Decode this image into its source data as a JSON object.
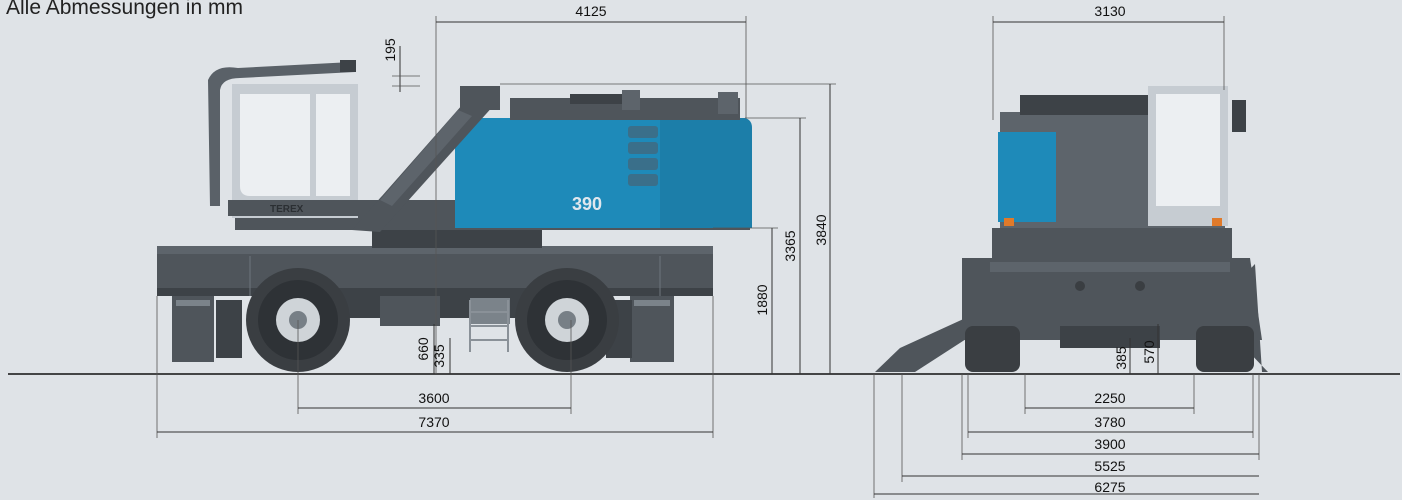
{
  "caption": "Alle Abmessungen in mm",
  "dimensions": {
    "side": {
      "d4125": "4125",
      "d195": "195",
      "d3840": "3840",
      "d3365": "3365",
      "d1880": "1880",
      "d660": "660",
      "d335": "335",
      "d3600": "3600",
      "d7370": "7370"
    },
    "front": {
      "d3130": "3130",
      "d385": "385",
      "d570": "570",
      "d2250": "2250",
      "d3780": "3780",
      "d3900": "3900",
      "d5525": "5525",
      "d6275": "6275"
    }
  },
  "model_badge": "390",
  "brand_badge": "TEREX",
  "colors": {
    "background": "#dfe3e7",
    "machine_blue": "#1e8ab9",
    "machine_grey": "#4f555b"
  }
}
